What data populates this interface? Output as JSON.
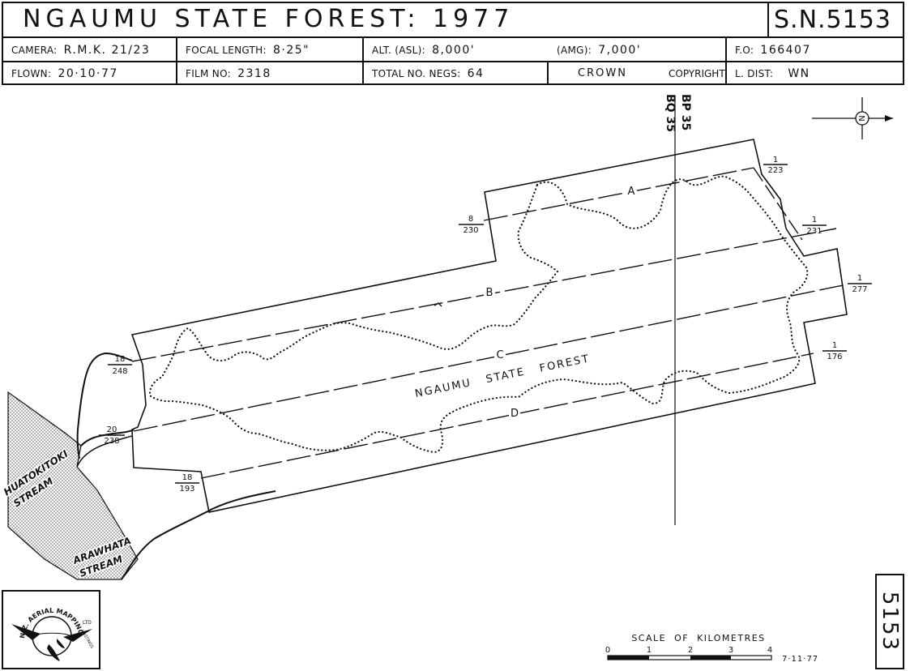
{
  "header": {
    "title": "NGAUMU   STATE   FOREST:  1977",
    "sheet_no": "S.N.5153",
    "camera_label": "CAMERA:",
    "camera_value": "R.M.K.  21/23",
    "focal_label": "FOCAL LENGTH:",
    "focal_value": "8·25\"",
    "alt_asl_label": "ALT. (ASL):",
    "alt_asl_value": "8,000'",
    "alt_amg_label": "(AMG):",
    "alt_amg_value": "7,000'",
    "fo_label": "F.O:",
    "fo_value": "166407",
    "flown_label": "FLOWN:",
    "flown_value": "20·10·77",
    "film_label": "FILM NO:",
    "film_value": "2318",
    "negs_label": "TOTAL NO. NEGS:",
    "negs_value": "64",
    "crown": "CROWN",
    "copyright": "COPYRIGHT",
    "ldist_label": "L. DIST:",
    "ldist_value": "WN"
  },
  "map": {
    "grid_left": "BQ 35",
    "grid_right": "BP 35",
    "north_symbol": "N",
    "forest_label": "NGAUMU   STATE   FOREST",
    "run_labels": [
      "A",
      "B",
      "C",
      "D"
    ],
    "frames": [
      {
        "top": "1",
        "bottom": "223"
      },
      {
        "top": "8",
        "bottom": "230"
      },
      {
        "top": "1",
        "bottom": "231"
      },
      {
        "top": "1",
        "bottom": "277"
      },
      {
        "top": "1",
        "bottom": "176"
      },
      {
        "top": "18",
        "bottom": "248"
      },
      {
        "top": "20",
        "bottom": "238"
      },
      {
        "top": "18",
        "bottom": "193"
      }
    ],
    "stream1_line1": "HUATOKITOKI",
    "stream1_line2": "STREAM",
    "stream2_line1": "ARAWHATA",
    "stream2_line2": "STREAM"
  },
  "scale": {
    "title": "SCALE  OF  KILOMETRES",
    "ticks": [
      "0",
      "1",
      "2",
      "3",
      "4"
    ],
    "date": "7·11·77"
  },
  "sheet_number_vertical": "5153",
  "logo": {
    "text_top": "N.Z. AERIAL MAPPING",
    "text_ltd": "LTD",
    "text_side": "HASTINGS"
  },
  "colors": {
    "ink": "#111111",
    "paper": "#ffffff",
    "stipple": "#9a9a9a"
  }
}
